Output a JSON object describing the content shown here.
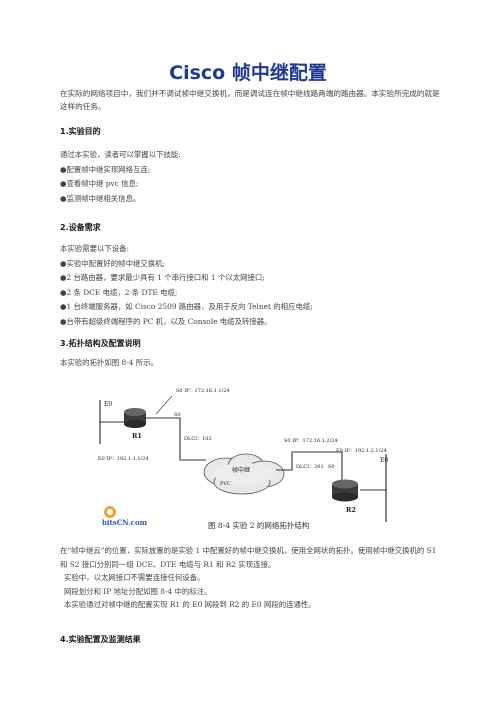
{
  "title": "Cisco 帧中继配置",
  "intro": "在实际的网络项目中，我们并不调试帧中继交换机，而是调试连在帧中继线路两端的路由器。本实验所完成的就是这样的任务。",
  "sections": [
    {
      "heading": "1.实验目的",
      "lines": [
        "通过本实验，读者可以掌握以下技能:",
        "●配置帧中继实现网络互连;",
        "●查看帧中继 pvc 信息;",
        "●监测帧中继相关信息。"
      ]
    },
    {
      "heading": "2.设备需求",
      "lines": [
        "本实验需要以下设备:",
        "●实验中配置好的帧中继交换机;",
        "●2 台路由器，要求最少具有 1 个串行接口和 1 个以太网接口;",
        "●2 条 DCE 电缆，2 条 DTE 电缆;",
        "●1 台终端服务器，如 Cisco 2509 路由器，及用于反向 Telnet 的相应电缆;",
        "●台带有超级终端程序的 PC 机，以及 Console 电缆及转接器。"
      ]
    },
    {
      "heading": "3.拓扑结构及配置说明",
      "lines": [
        "本实验的拓扑如图 8-4 所示。"
      ]
    }
  ],
  "figure": {
    "caption": "图 8-4    实验 2 的网络拓扑结构",
    "logo": "bitsCN.com",
    "labels": {
      "r1": "R1",
      "r2": "R2",
      "e0_left": "E0",
      "e0_right": "E0",
      "s0_top": "S0",
      "s0_right": "S0",
      "r1_s0_ip": "S0 IP：172.16.1.1/24",
      "r2_s0_ip": "S0 IP：172.16.1.2/24",
      "r1_e0_ip": "E0 IP：192.1.1.1/24",
      "r2_e0_ip": "E0 IP：192.1.2.1/24",
      "dlci_102": "DLCI：102",
      "dlci_201": "DLCI：201",
      "cloud": "帧中继",
      "pvc": "PVC"
    }
  },
  "after_lines": [
    "在“帧中继云”的位置，实际放置的是实验 1 中配置好的帧中继交换机，使用全网状的拓扑。使用帧中继交换机的 S1 和 S2 接口分别同一组 DCE、DTE 电缆与 R1 和 R2 实现连接。",
    "实验中，以太网接口不需要连接任何设备。",
    "网段划分和 IP 地址分配如图 8-4 中的标注。",
    "本实验通过对帧中继的配置实现 R1 的 E0 网段到 R2 的 E0 网段的连通性。"
  ],
  "heading4": "4.实验配置及监测结果"
}
